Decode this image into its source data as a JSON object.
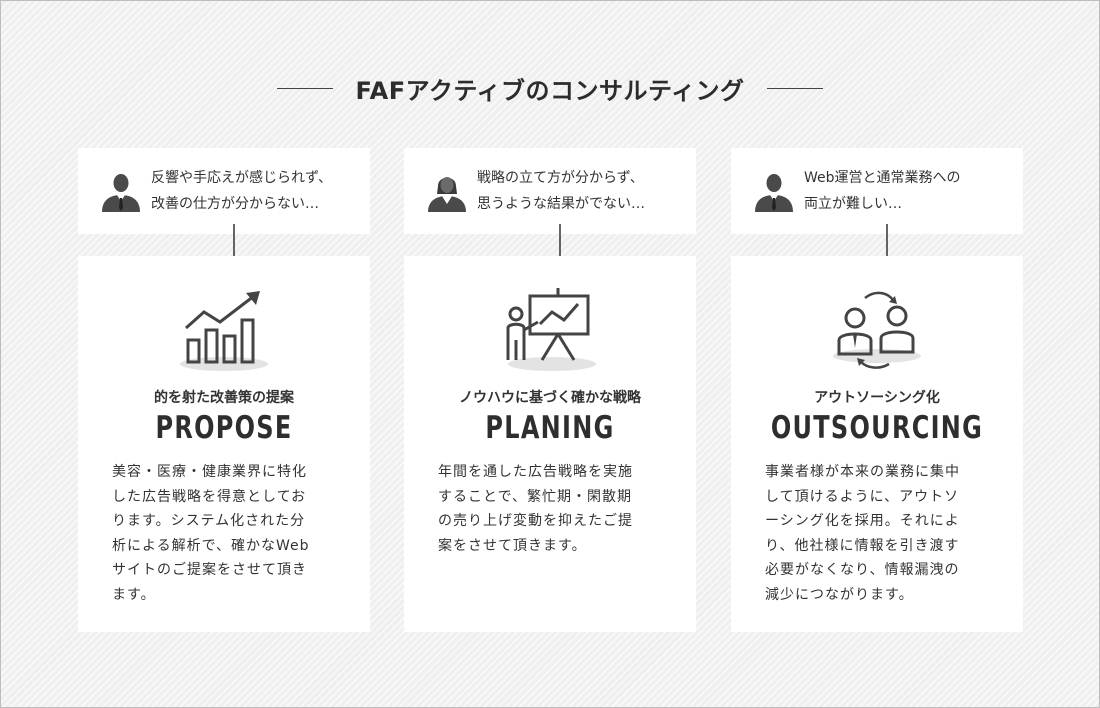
{
  "heading": {
    "title": "FAFアクティブのコンサルティング"
  },
  "columns": [
    {
      "concern": "反響や手応えが感じられず、\n改善の仕方が分からない…",
      "subtitle": "的を射た改善策の提案",
      "title_en": "PROPOSE",
      "description": "美容・医療・健康業界に特化\nした広告戦略を得意としてお\nります。システム化された分\n析による解析で、確かなWeb\nサイトのご提案をさせて頂き\nます。",
      "icon": "growth-chart-icon",
      "avatar": "businessman-avatar-icon"
    },
    {
      "concern": "戦略の立て方が分からず、\n思うような結果がでない…",
      "subtitle": "ノウハウに基づく確かな戦略",
      "title_en": "PLANING",
      "description": "年間を通した広告戦略を実施\nすることで、繁忙期・閑散期\nの売り上げ変動を抑えたご提\n案をさせて頂きます。",
      "icon": "presentation-board-icon",
      "avatar": "businesswoman-avatar-icon"
    },
    {
      "concern": "Web運営と通常業務への\n両立が難しい…",
      "subtitle": "アウトソーシング化",
      "title_en": "OUTSOURCING",
      "description": "事業者様が本来の業務に集中\nして頂けるように、アウトソ\nーシング化を採用。それによ\nり、他社様に情報を引き渡す\n必要がなくなり、情報漏洩の\n減少につながります。",
      "icon": "exchange-people-icon",
      "avatar": "businessman-avatar-icon"
    }
  ]
}
